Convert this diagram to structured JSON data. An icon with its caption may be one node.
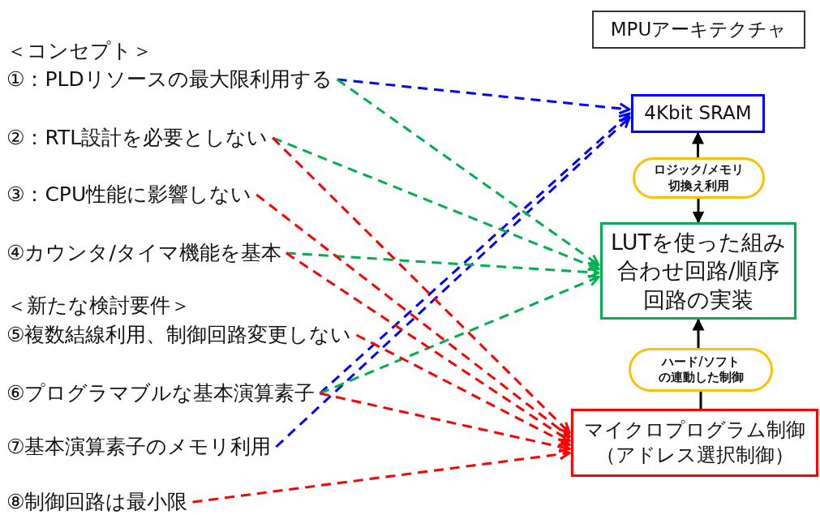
{
  "diagram": {
    "nodes": [
      {
        "text": [
          "①：PLDリソースの最大限利用する"
        ]
      },
      {
        "text": [
          "②：RTL設計を必要としない"
        ]
      },
      {
        "text": [
          "③：CPU性能に影響しない"
        ]
      },
      {
        "text": [
          "④カウンタ/タイマ機能を基本"
        ]
      },
      {
        "text": [
          "⑤複数結線利用、制御回路変更しない"
        ]
      },
      {
        "text": [
          "⑥プログラマブルな基本演算素子"
        ]
      },
      {
        "text": [
          "⑦基本演算素子のメモリ利用"
        ]
      },
      {
        "text": [
          "⑧制御回路は最小限"
        ]
      },
      {
        "text": [
          "MPUアーキテクチャ"
        ]
      },
      {
        "text": [
          "4Kbit SRAM"
        ]
      },
      {
        "text": [
          "ロジック/メモリ切換え利用"
        ]
      },
      {
        "text": [
          "LUTを使った組み合わせ回路/順序回路の実装"
        ]
      },
      {
        "text": [
          "ハード/ソフトの連動した制御"
        ]
      },
      {
        "text": [
          "マイクロプログラム制御（アドレス選択制御）"
        ]
      }
    ],
    "edges": [
      {
        "from": 0,
        "to": 9,
        "arrow": "to",
        "style": "dashed",
        "color": "#0000ff"
      },
      {
        "from": 5,
        "to": 9,
        "arrow": "to",
        "style": "dashed",
        "color": "#0000ff"
      },
      {
        "from": 6,
        "to": 9,
        "arrow": "to",
        "style": "dashed",
        "color": "#0000ff"
      },
      {
        "from": 0,
        "to": 11,
        "arrow": "to",
        "style": "dashed",
        "color": "#00b050"
      },
      {
        "from": 1,
        "to": 11,
        "arrow": "to",
        "style": "dashed",
        "color": "#00b050"
      },
      {
        "from": 3,
        "to": 11,
        "arrow": "to",
        "style": "dashed",
        "color": "#00b050"
      },
      {
        "from": 5,
        "to": 11,
        "arrow": "to",
        "style": "dashed",
        "color": "#00b050"
      },
      {
        "from": 1,
        "to": 13,
        "arrow": "to",
        "style": "dashed",
        "color": "#ff0000"
      },
      {
        "from": 2,
        "to": 13,
        "arrow": "to",
        "style": "dashed",
        "color": "#ff0000"
      },
      {
        "from": 3,
        "to": 13,
        "arrow": "to",
        "style": "dashed",
        "color": "#ff0000"
      },
      {
        "from": 4,
        "to": 13,
        "arrow": "to",
        "style": "dashed",
        "color": "#ff0000"
      },
      {
        "from": 5,
        "to": 13,
        "arrow": "to",
        "style": "dashed",
        "color": "#ff0000"
      },
      {
        "from": 7,
        "to": 13,
        "arrow": "to",
        "style": "dashed",
        "color": "#ff0000"
      },
      {
        "from": 10,
        "to": 9,
        "arrow": "to",
        "color": "#000000"
      },
      {
        "from": 10,
        "to": 11,
        "arrow": "to",
        "color": "#000000"
      },
      {
        "from": 13,
        "to": 12,
        "arrow": "none",
        "color": "#000000"
      },
      {
        "from": 12,
        "to": 11,
        "arrow": "to",
        "color": "#000000"
      }
    ],
    "labels": [
      "＜コンセプト＞",
      "＜新たな検討要件＞"
    ]
  }
}
